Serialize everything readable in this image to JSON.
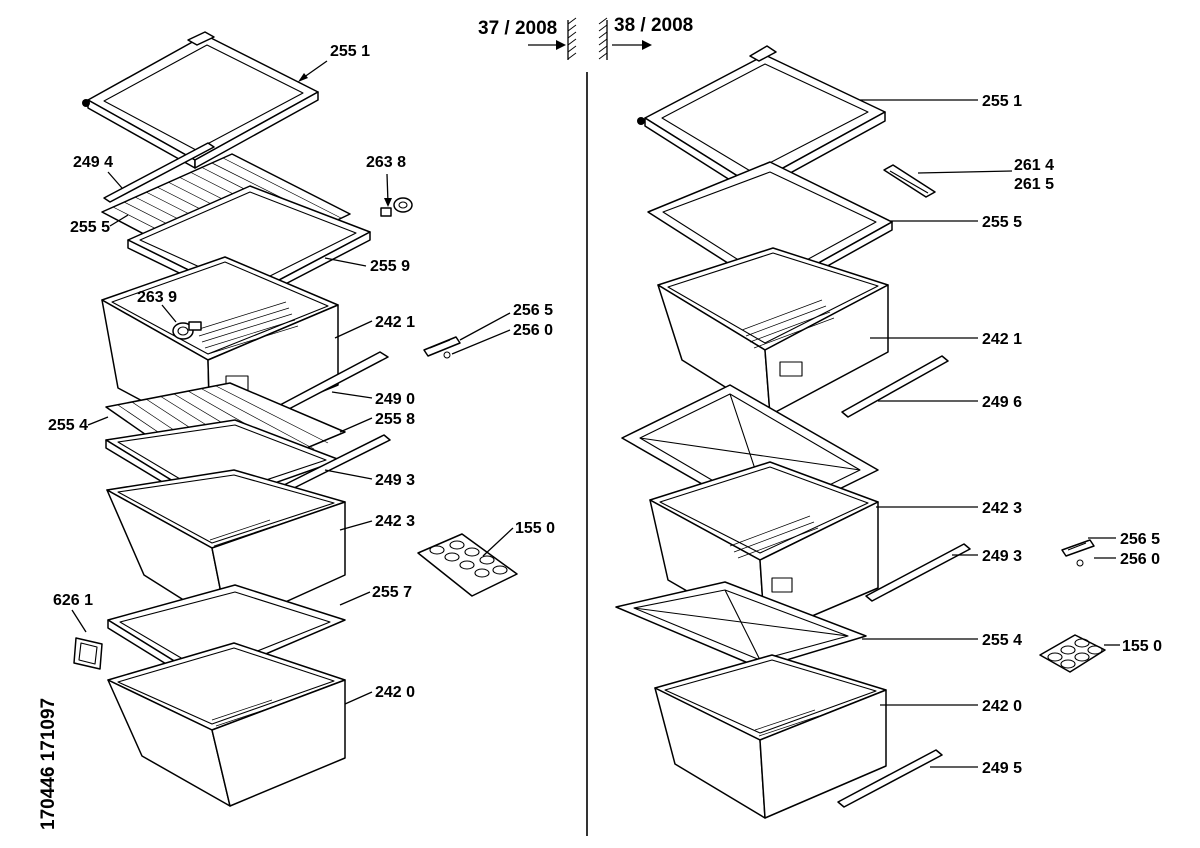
{
  "header": {
    "left_date": "37 / 2008",
    "right_date": "38 / 2008"
  },
  "side_code": "170446 171097",
  "left_labels": {
    "l2551": "255 1",
    "l2494": "249 4",
    "l2638": "263 8",
    "l2555": "255 5",
    "l2559": "255 9",
    "l2639": "263 9",
    "l2565": "256 5",
    "l2421": "242 1",
    "l2560": "256 0",
    "l2490": "249 0",
    "l2554": "255 4",
    "l2558": "255 8",
    "l2493": "249 3",
    "l2423": "242 3",
    "l1550": "155 0",
    "l6261": "626 1",
    "l2557": "255 7",
    "l2420": "242 0"
  },
  "right_labels": {
    "r2551": "255 1",
    "r2614": "261 4",
    "r2615": "261 5",
    "r2555": "255 5",
    "r2421": "242 1",
    "r2496": "249 6",
    "r2423": "242 3",
    "r2565": "256 5",
    "r2493": "249 3",
    "r2560": "256 0",
    "r2554": "255 4",
    "r1550": "155 0",
    "r2420": "242 0",
    "r2495": "249 5"
  }
}
